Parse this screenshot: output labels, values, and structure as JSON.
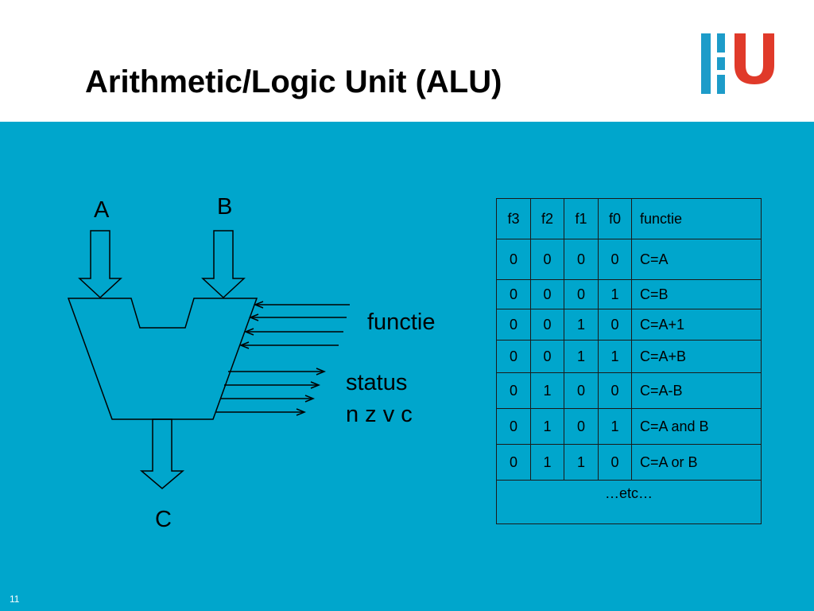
{
  "slide": {
    "title": "Arithmetic/Logic Unit (ALU)",
    "page_number": "11"
  },
  "logo": {
    "text": "HU",
    "colors": [
      "#1d9cc9",
      "#e03a2a"
    ]
  },
  "colors": {
    "background": "#00a6cc",
    "header": "#ffffff",
    "line": "#000000"
  },
  "diagram": {
    "input_a": "A",
    "input_b": "B",
    "output_c": "C",
    "function_label": "functie",
    "status_label": "status",
    "status_flags": "n z v c"
  },
  "table": {
    "headers": [
      "f3",
      "f2",
      "f1",
      "f0",
      "functie"
    ],
    "rows": [
      [
        "0",
        "0",
        "0",
        "0",
        "C=A"
      ],
      [
        "0",
        "0",
        "0",
        "1",
        "C=B"
      ],
      [
        "0",
        "0",
        "1",
        "0",
        "C=A+1"
      ],
      [
        "0",
        "0",
        "1",
        "1",
        "C=A+B"
      ],
      [
        "0",
        "1",
        "0",
        "0",
        "C=A-B"
      ],
      [
        "0",
        "1",
        "0",
        "1",
        "C=A and B"
      ],
      [
        "0",
        "1",
        "1",
        "0",
        "C=A or B"
      ]
    ],
    "footer": "…etc…"
  }
}
